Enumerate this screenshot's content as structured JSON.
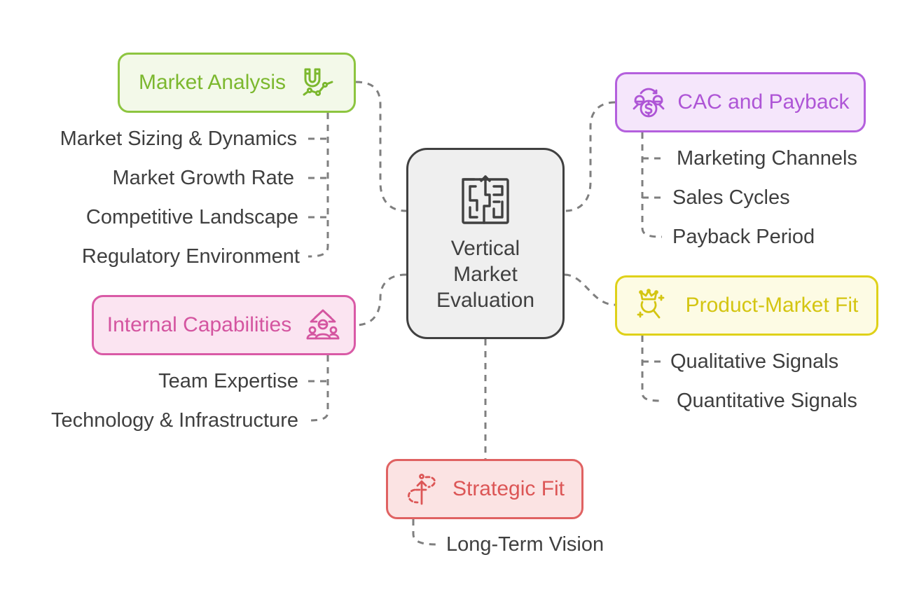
{
  "diagram": {
    "type": "mind-map",
    "center": {
      "label": "Vertical Market Evaluation",
      "lines": [
        "Vertical",
        "Market",
        "Evaluation"
      ],
      "icon": "maze-icon",
      "color": "#404040"
    },
    "branches": [
      {
        "id": "market",
        "label": "Market Analysis",
        "icon": "magnet-chart-icon",
        "color": "#8dc540",
        "items": [
          "Market Sizing & Dynamics",
          "Market Growth Rate",
          "Competitive Landscape",
          "Regulatory Environment"
        ]
      },
      {
        "id": "cac",
        "label": "CAC and Payback",
        "icon": "money-cycle-icon",
        "color": "#b460dd",
        "items": [
          "Marketing Channels",
          "Sales Cycles",
          "Payback Period"
        ]
      },
      {
        "id": "pmf",
        "label": "Product-Market Fit",
        "icon": "crown-search-icon",
        "color": "#dfd119",
        "items": [
          "Qualitative Signals",
          "Quantitative Signals"
        ]
      },
      {
        "id": "internal",
        "label": "Internal Capabilities",
        "icon": "team-growth-icon",
        "color": "#d95aa6",
        "items": [
          "Team Expertise",
          "Technology & Infrastructure"
        ]
      },
      {
        "id": "strategic",
        "label": "Strategic Fit",
        "icon": "path-arrow-icon",
        "color": "#e06262",
        "items": [
          "Long-Term Vision"
        ]
      }
    ]
  }
}
